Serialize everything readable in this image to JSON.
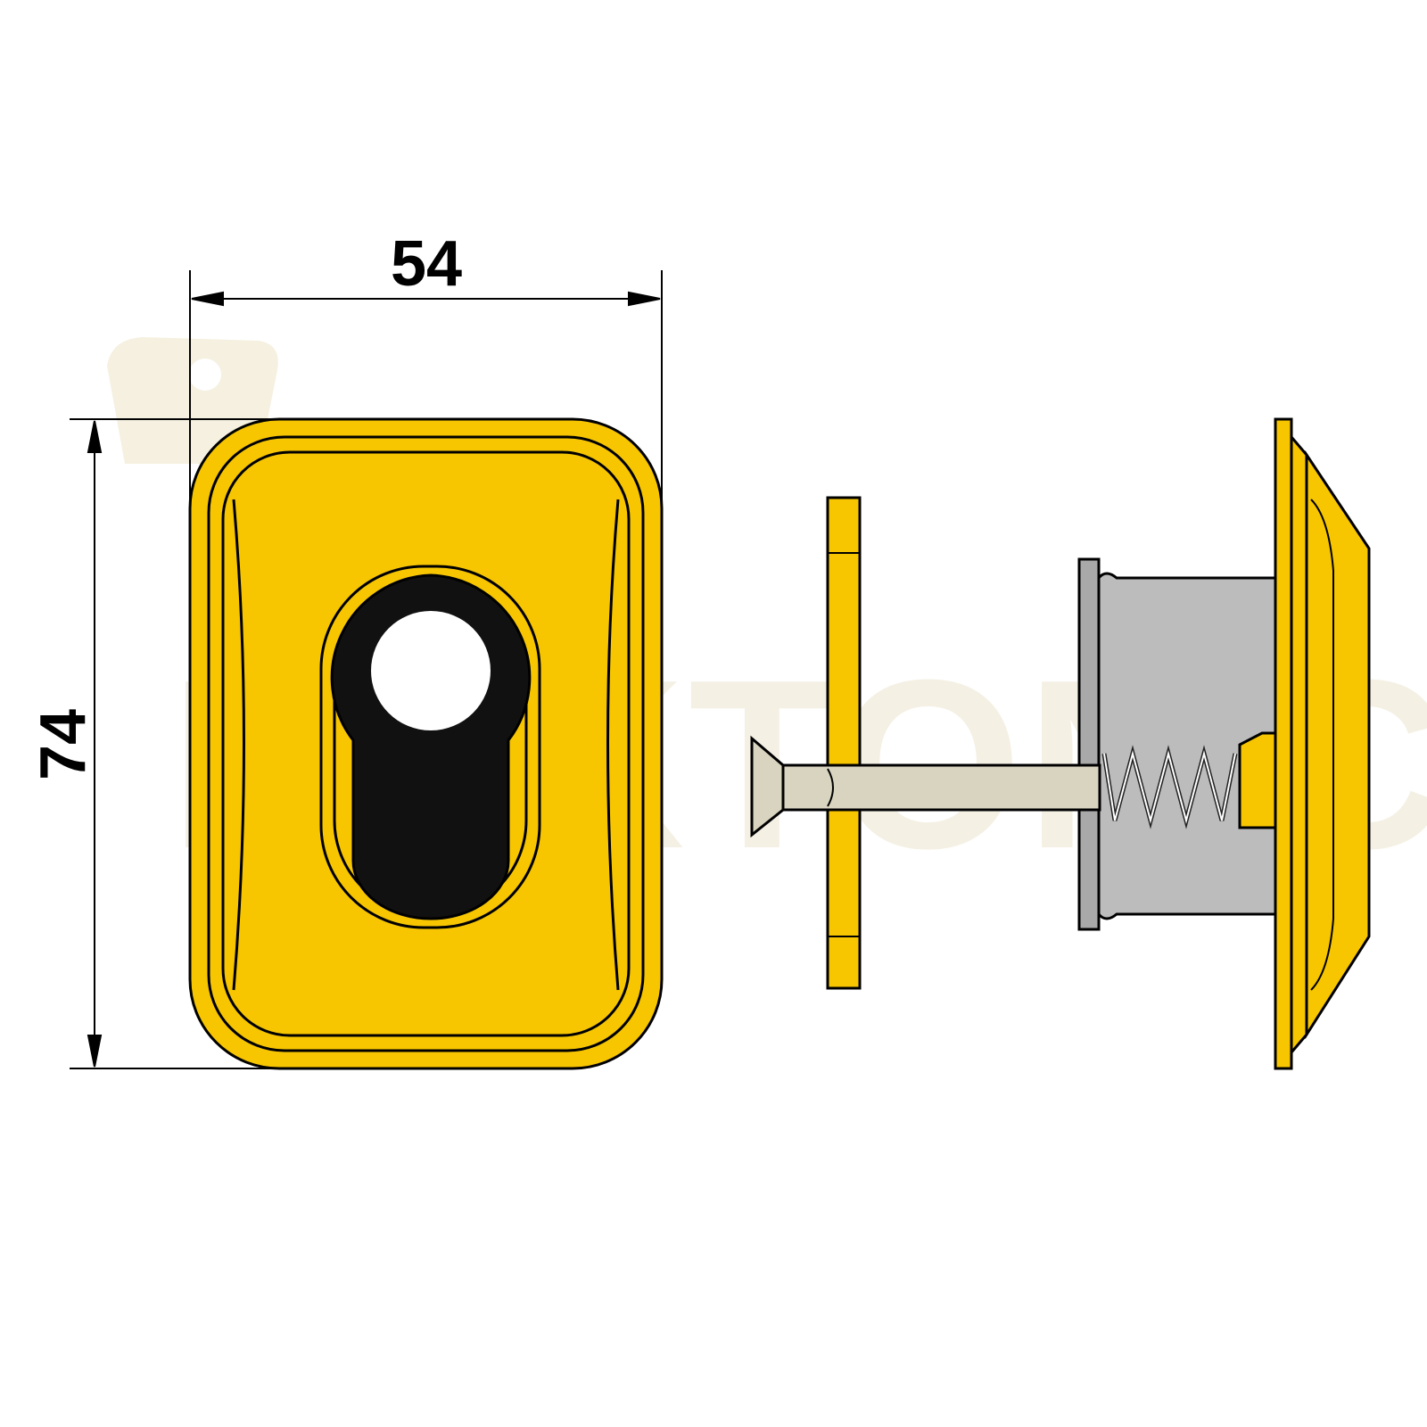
{
  "dimensions": {
    "width_label": "54",
    "height_label": "74"
  },
  "watermark": {
    "text": "LOKTONIC"
  },
  "colors": {
    "brass": "#f7c600",
    "cylinder_gray": "#b9b9b9",
    "screw_shaft": "#d9d4c0",
    "outline": "#000000"
  },
  "parts": [
    "front-escutcheon-plate",
    "back-plate",
    "fixing-screw",
    "spring-cylinder",
    "rear-rose"
  ]
}
